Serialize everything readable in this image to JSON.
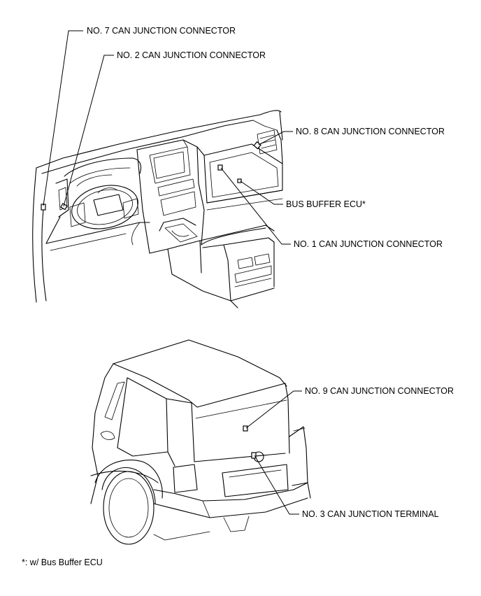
{
  "labels": {
    "no7": "NO. 7 CAN JUNCTION CONNECTOR",
    "no2": "NO. 2 CAN JUNCTION CONNECTOR",
    "no8": "NO. 8 CAN JUNCTION CONNECTOR",
    "bus_buffer": "BUS BUFFER ECU*",
    "no1": "NO. 1 CAN JUNCTION CONNECTOR",
    "no9": "NO. 9 CAN JUNCTION CONNECTOR",
    "no3": "NO. 3 CAN JUNCTION TERMINAL"
  },
  "footnote": "*: w/ Bus Buffer ECU"
}
